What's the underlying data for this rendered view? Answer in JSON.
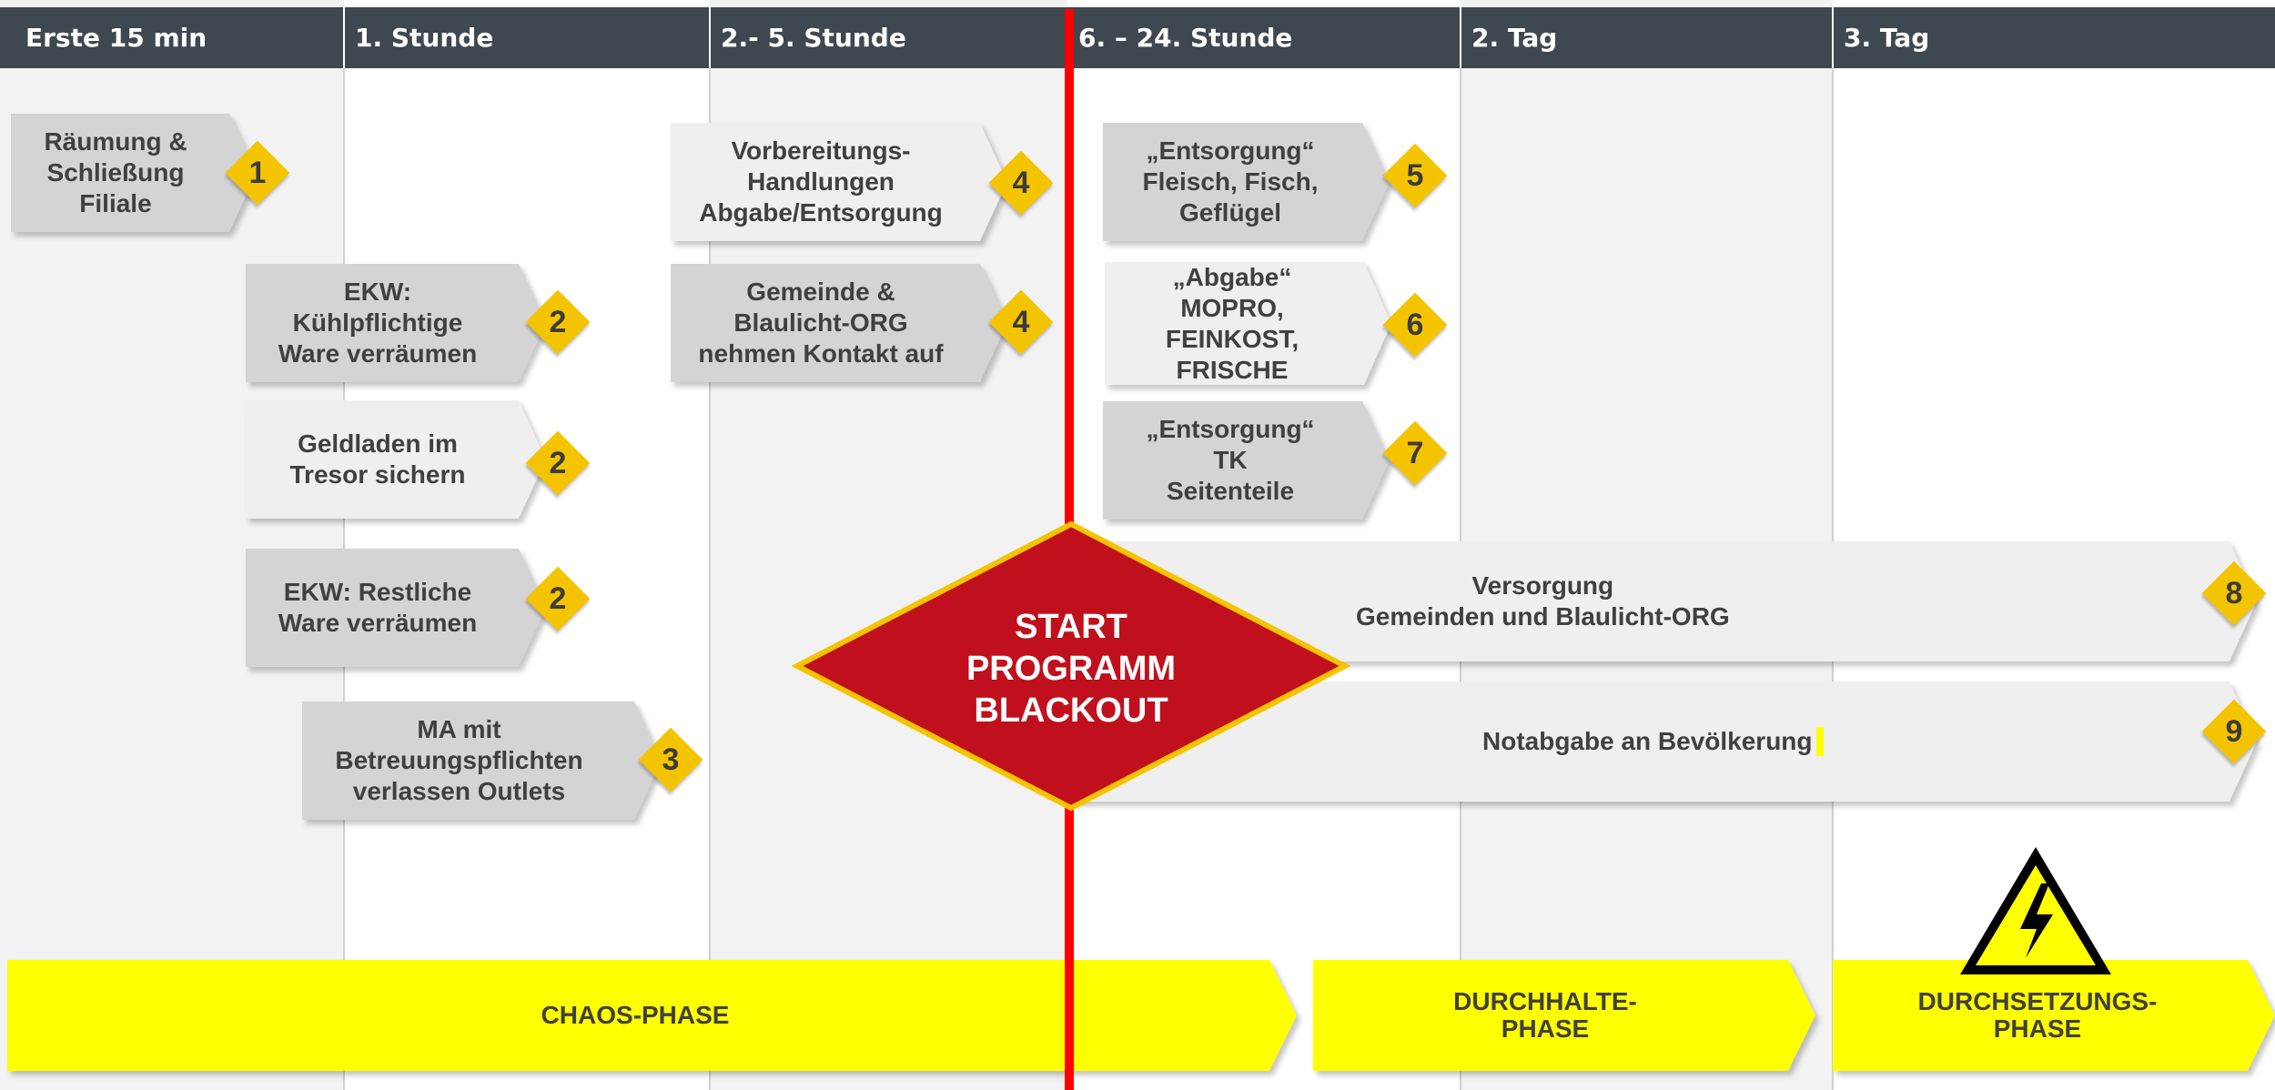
{
  "header": {
    "col1": "Erste 15 min",
    "col2": "1. Stunde",
    "col3": "2.- 5. Stunde",
    "col4": "6. – 24. Stunde",
    "col5": "2. Tag",
    "col6": "3. Tag"
  },
  "tasks": {
    "t1": {
      "label": "Räumung &\nSchließung\nFiliale",
      "num": "1"
    },
    "t2a": {
      "label": "EKW:\nKühlpflichtige\nWare verräumen",
      "num": "2"
    },
    "t2b": {
      "label": "Geldladen im\nTresor sichern",
      "num": "2"
    },
    "t2c": {
      "label": "EKW: Restliche\nWare verräumen",
      "num": "2"
    },
    "t3": {
      "label": "MA mit\nBetreuungspflichten\nverlassen Outlets",
      "num": "3"
    },
    "t4a": {
      "label": "Vorbereitungs-\nHandlungen\nAbgabe/Entsorgung",
      "num": "4"
    },
    "t4b": {
      "label": "Gemeinde &\nBlaulicht-ORG\nnehmen Kontakt auf",
      "num": "4"
    },
    "t5": {
      "label": "„Entsorgung“\nFleisch, Fisch,\nGeflügel",
      "num": "5"
    },
    "t6": {
      "label": "„Abgabe“\nMOPRO,\nFEINKOST,\nFRISCHE",
      "num": "6"
    },
    "t7": {
      "label": "„Entsorgung“\nTK\nSeitenteile",
      "num": "7"
    },
    "t8": {
      "label": "Versorgung\nGemeinden und Blaulicht-ORG",
      "num": "8"
    },
    "t9": {
      "label": "Notabgabe an Bevölkerung",
      "num": "9"
    }
  },
  "start": {
    "label": "START\nPROGRAMM\nBLACKOUT"
  },
  "phases": {
    "chaos": "CHAOS-PHASE",
    "durchhalte": "DURCHHALTE-\nPHASE",
    "durchsetzung": "DURCHSETZUNGS-\nPHASE"
  },
  "colors": {
    "header_bg": "#3f4750",
    "task_dark": "#d4d4d4",
    "task_light": "#efefef",
    "badge": "#f5c400",
    "start_red": "#c0101d",
    "phase_yellow": "#ffff00",
    "timeline_red": "#ff0000"
  },
  "icons": {
    "warning": "high-voltage-warning-icon"
  }
}
